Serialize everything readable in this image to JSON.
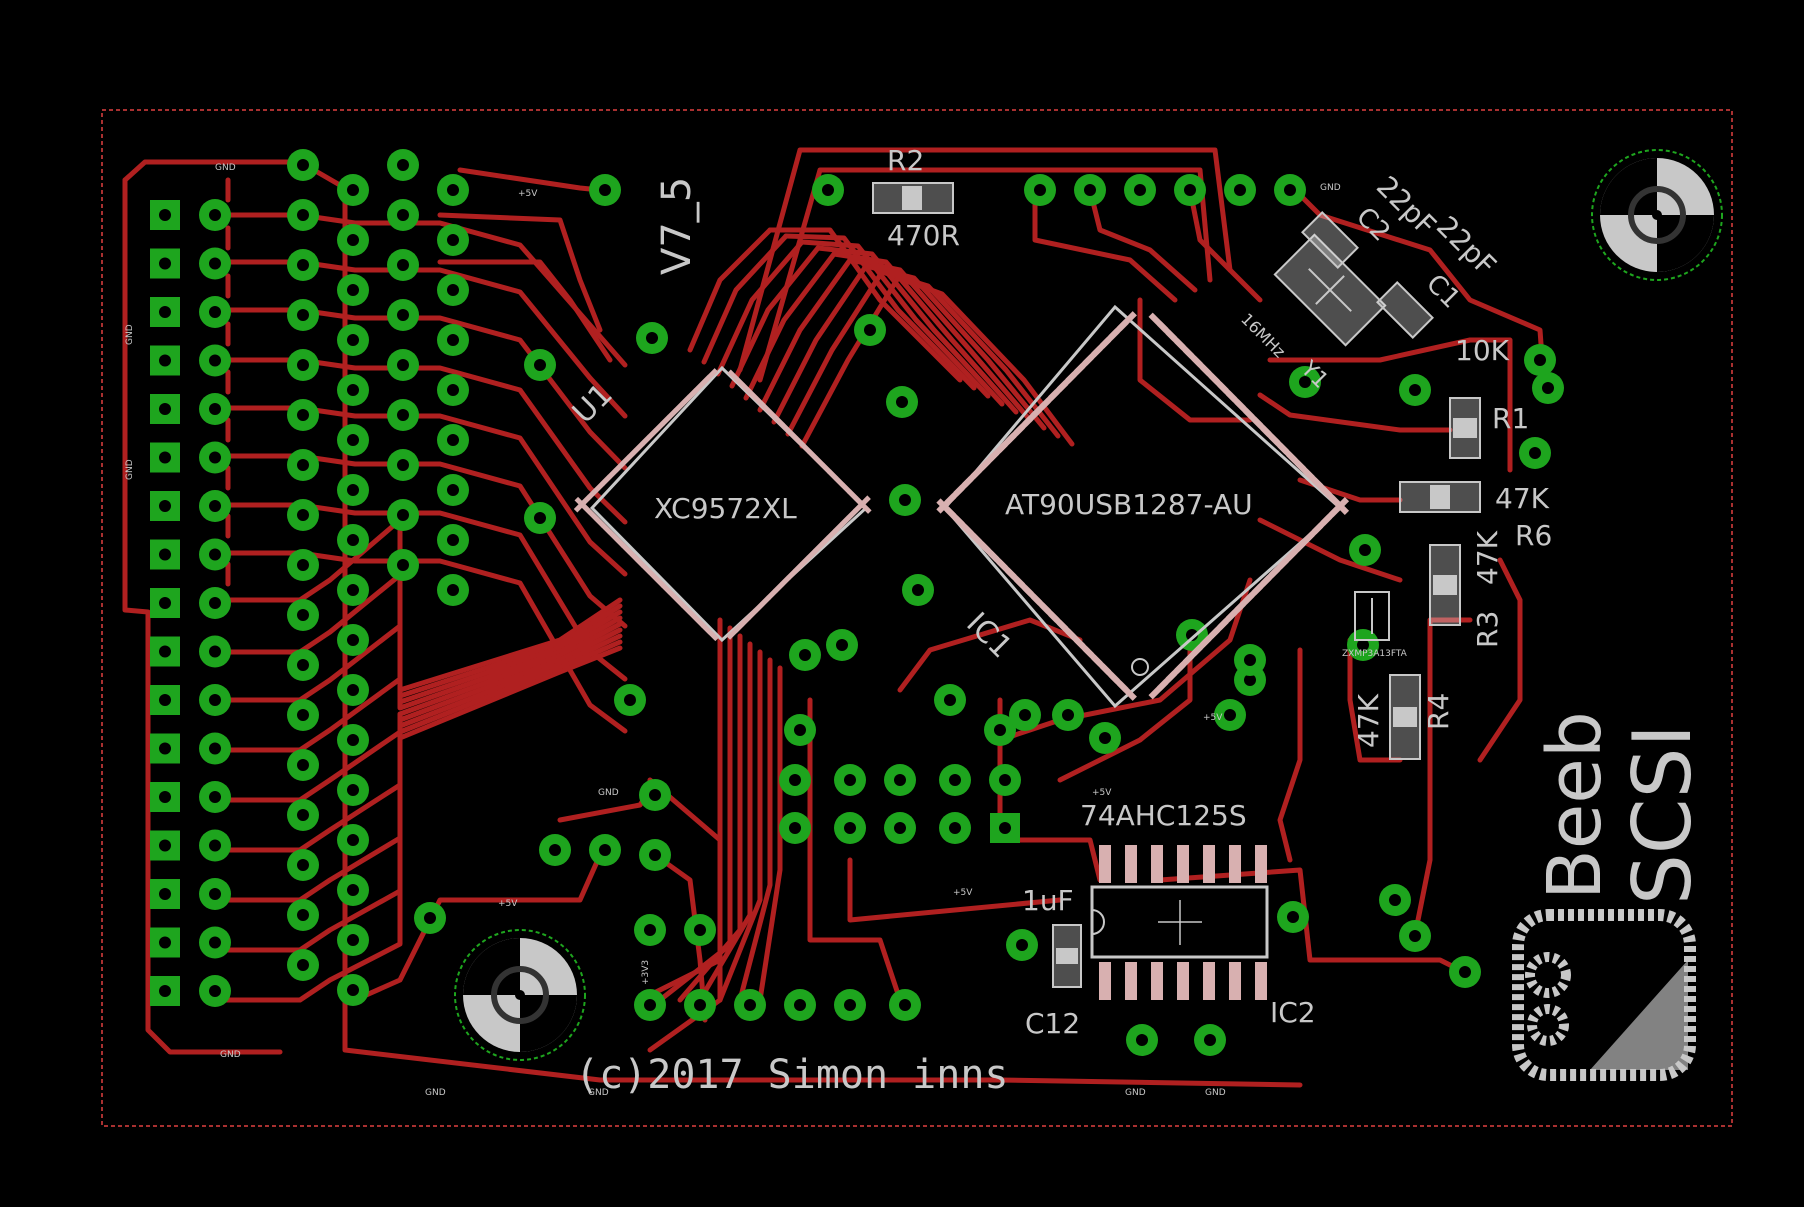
{
  "board": {
    "colors": {
      "background": "#000000",
      "trace": "#b02020",
      "pad": "#1ea51e",
      "silkscreen": "#c8c8c8",
      "outline": "#e04040"
    },
    "version": "V7_5",
    "copyright": "(c)2017 Simon inns",
    "logo_line1": "Beeb",
    "logo_line2": "SCSI"
  },
  "components": {
    "u1_ref": "U1",
    "u1_value": "XC9572XL",
    "ic1_ref": "IC1",
    "ic1_value": "AT90USB1287-AU",
    "ic2_ref": "IC2",
    "ic2_value": "74AHC125S",
    "r1_ref": "R1",
    "r1_value": "10K",
    "r2_ref": "R2",
    "r2_value": "470R",
    "r3_ref": "R3",
    "r3_value": "47K",
    "r4_ref": "R4",
    "r4_value": "47K",
    "r6_ref": "R6",
    "r6_value": "47K",
    "c1_ref": "C1",
    "c1_value": "22pF",
    "c2_ref": "C2",
    "c2_value": "22pF",
    "c12_ref": "C12",
    "c12_value": "1uF",
    "y1_ref": "Y1",
    "y1_value": "16MHz",
    "q1_value": "ZXMP3A13FTA"
  },
  "net_labels": {
    "gnd": "GND",
    "p5v": "+5V",
    "p3v3": "+3V3"
  }
}
